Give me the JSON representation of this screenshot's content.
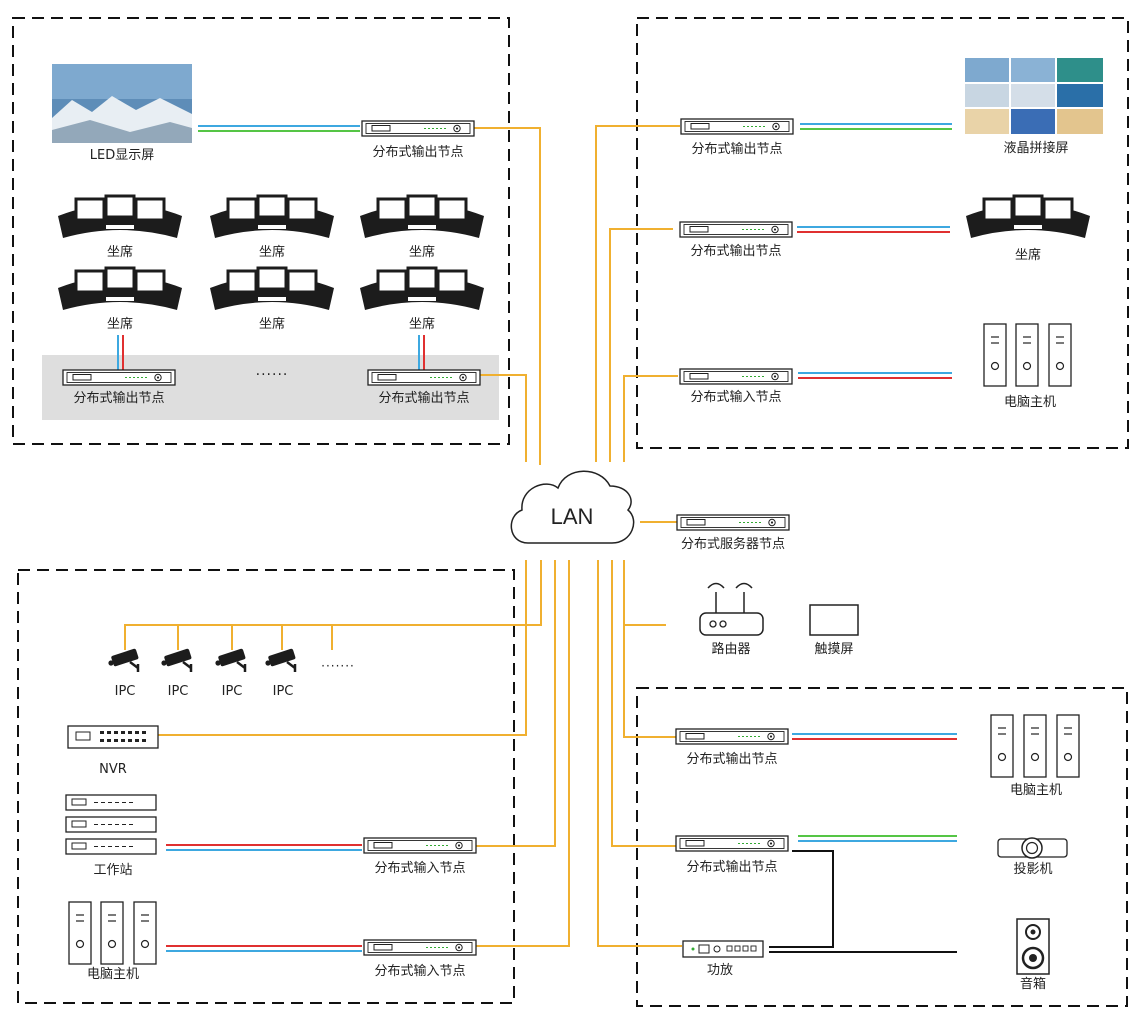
{
  "colors": {
    "lan": "#F0B030",
    "hdmi_blue": "#3DA8E0",
    "hdmi_green": "#55C545",
    "signal_red": "#E03030",
    "audio": "#111111",
    "zone_border": "#111111",
    "seat_group_bg": "#DEDEDE"
  },
  "cloud": {
    "label": "LAN"
  },
  "top_left": {
    "led_label": "LED显示屏",
    "led_node_label": "分布式输出节点",
    "seat_labels": [
      "坐席",
      "坐席",
      "坐席",
      "坐席",
      "坐席",
      "坐席"
    ],
    "seat_node_left_label": "分布式输出节点",
    "seat_node_right_label": "分布式输出节点",
    "ellipsis": "······"
  },
  "top_right": {
    "lcd_node_label": "分布式输出节点",
    "lcd_label": "液晶拼接屏",
    "seat_node_label": "分布式输出节点",
    "seat_label": "坐席",
    "pc_node_label": "分布式输入节点",
    "pc_label": "电脑主机"
  },
  "center": {
    "server_label": "分布式服务器节点",
    "router_label": "路由器",
    "touch_label": "触摸屏"
  },
  "bottom_left": {
    "ipc_labels": [
      "IPC",
      "IPC",
      "IPC",
      "IPC"
    ],
    "ipc_ellipsis": "·······",
    "nvr_label": "NVR",
    "workstation_label": "工作站",
    "workstation_node_label": "分布式输入节点",
    "pc_label": "电脑主机",
    "pc_node_label": "分布式输入节点"
  },
  "bottom_right": {
    "pc_node_label": "分布式输出节点",
    "pc_label": "电脑主机",
    "projector_node_label": "分布式输出节点",
    "projector_label": "投影机",
    "amp_label": "功放",
    "speaker_label": "音箱"
  }
}
